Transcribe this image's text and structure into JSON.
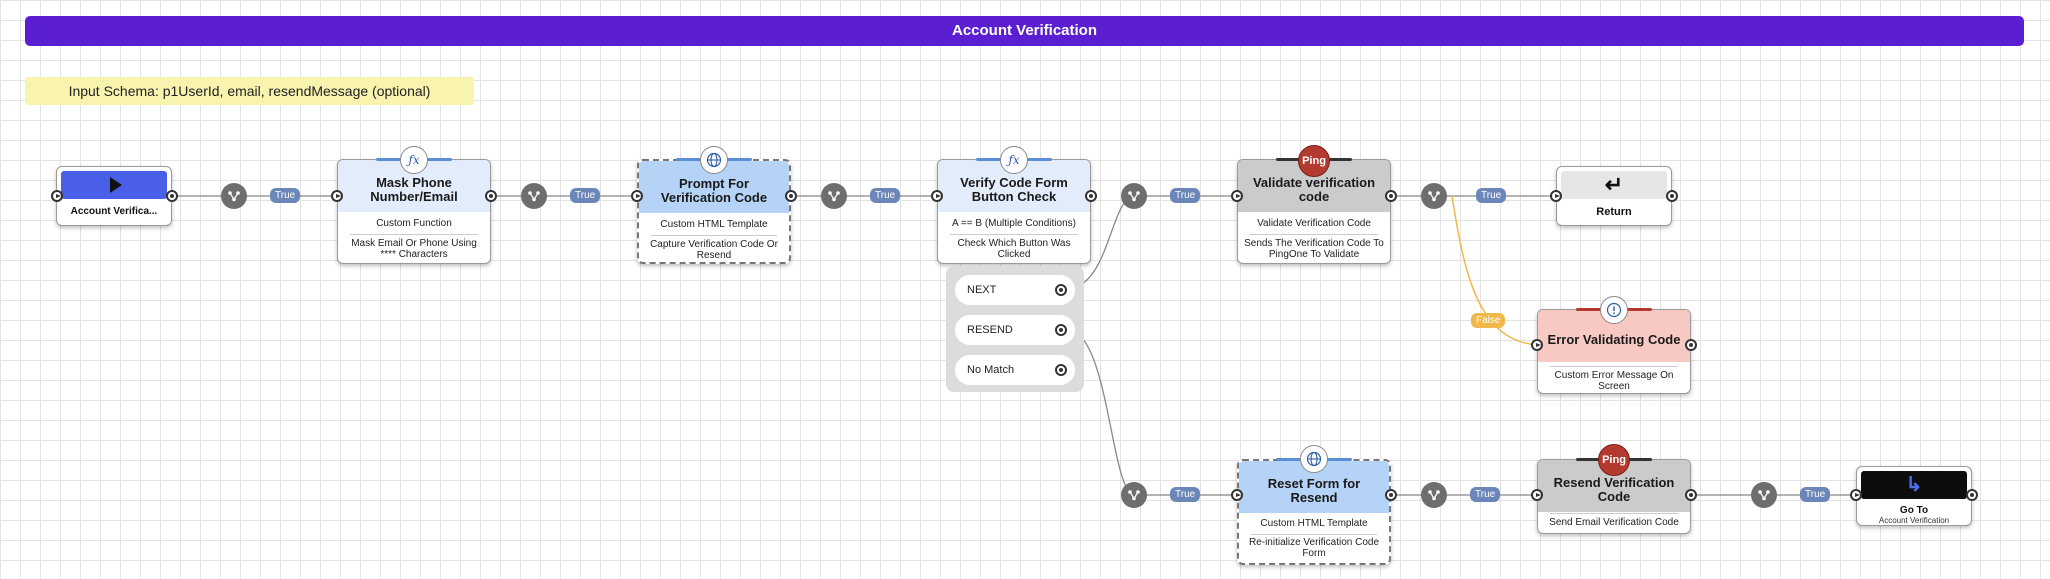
{
  "banner": {
    "title": "Account Verification"
  },
  "schema": {
    "text": "Input Schema: p1UserId, email, resendMessage (optional)"
  },
  "start": {
    "label": "Account Verifica..."
  },
  "nodes": {
    "mask": {
      "title": "Mask Phone Number/Email",
      "type": "Custom Function",
      "desc": "Mask Email Or Phone Using **** Characters",
      "icon": "function-icon"
    },
    "prompt": {
      "title": "Prompt For Verification Code",
      "type": "Custom HTML Template",
      "desc": "Capture Verification Code Or Resend",
      "icon": "globe-icon"
    },
    "verify": {
      "title": "Verify Code Form Button Check",
      "type": "A == B (Multiple Conditions)",
      "desc": "Check Which Button Was Clicked",
      "icon": "function-icon"
    },
    "validate": {
      "title": "Validate verification code",
      "type": "Validate Verification Code",
      "desc": "Sends The Verification Code To PingOne To Validate",
      "icon": "Ping"
    },
    "ret": {
      "title": "Return"
    },
    "error": {
      "title": "Error Validating Code",
      "desc": "Custom Error Message On Screen",
      "icon": "alert-icon"
    },
    "reset": {
      "title": "Reset Form for Resend",
      "type": "Custom HTML Template",
      "desc": "Re-initialize Verification Code Form",
      "icon": "globe-icon"
    },
    "resend": {
      "title": "Resend Verification Code",
      "type": "Send Email Verification Code",
      "icon": "Ping"
    },
    "goto": {
      "title": "Go To",
      "sub": "Account Verification"
    }
  },
  "outcomes": [
    "NEXT",
    "RESEND",
    "No Match"
  ],
  "connectors": {
    "true_label": "True",
    "false_label": "False"
  },
  "colors": {
    "banner": "#5b1fd1",
    "schema": "#f8f3ad",
    "start": "#4a5fe8",
    "function_head": "#e2ecfa",
    "html_head": "#b5d2f7",
    "ping_head": "#cacbcd",
    "error_head": "#f7c9c2",
    "pill": "#6b86b8",
    "false_pill": "#f0b84a"
  }
}
